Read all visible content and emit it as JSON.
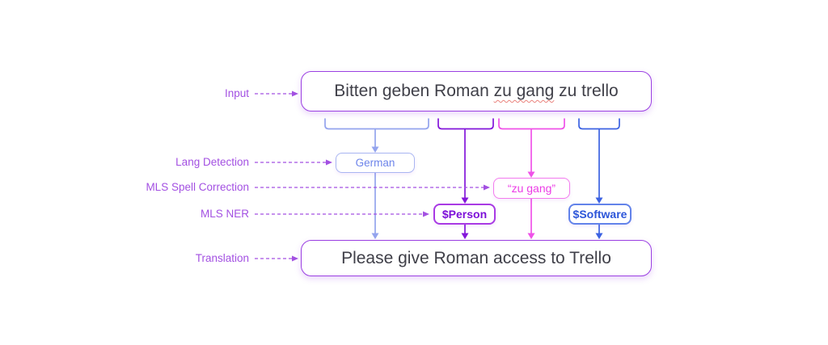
{
  "colors": {
    "background": "#ffffff",
    "accent_purple": "#9b40e2",
    "label_purple": "#a350e2",
    "sentence_text": "#3f3f48",
    "squiggle_red": "#ea827d",
    "stream_periwinkle": "#94a4ee",
    "stream_purple": "#8316da",
    "stream_pink": "#ef52e8",
    "stream_blue": "#3c62e2",
    "german_border": "#a9b6f2",
    "german_text": "#6d84ea",
    "zugang_border": "#f37bee",
    "zugang_text": "#ec3ce6",
    "person_border": "#a93ae4",
    "person_text": "#7c10d8",
    "software_border": "#6283ea",
    "software_text": "#2d56d9"
  },
  "pipeline_labels": {
    "input": "Input",
    "lang_detection": "Lang Detection",
    "spell_correction": "MLS Spell Correction",
    "ner": "MLS NER",
    "translation": "Translation"
  },
  "nodes": {
    "input_sentence": {
      "before": "Bitten geben Roman ",
      "misspelled": "zu gang",
      "after": " zu trello"
    },
    "language": "German",
    "corrected_span": "“zu gang”",
    "person_entity": "$Person",
    "software_entity": "$Software",
    "output_sentence": "Please give Roman access to Trello"
  }
}
